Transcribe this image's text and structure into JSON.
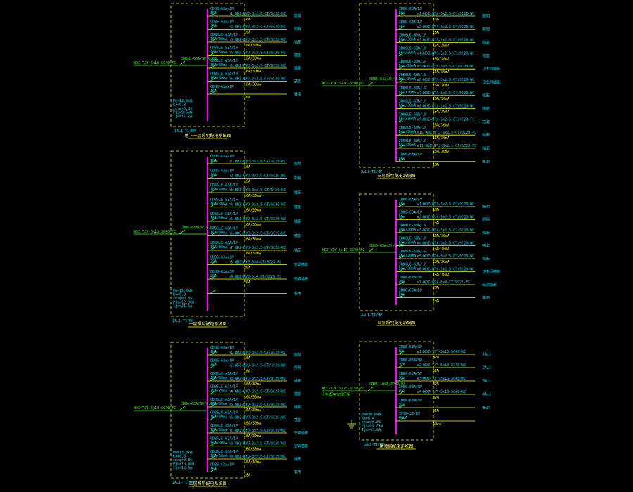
{
  "panels": [
    {
      "title": "地下一层照明配电系统图",
      "panel_id": "-1AL1-TI/MP",
      "feeder": "WDZ-YJY-5x10-SC40-FC",
      "main_breaker": "CDB6L-63A/3P/0.03",
      "params": [
        "Pe=12.0kW",
        "Kx=0.8",
        "cosφ=0.85",
        "Pjs=9.6kW",
        "Ijs=17.2A"
      ],
      "circuits": [
        {
          "b": "CDB6-63A/1P",
          "r": "16A",
          "c": "n1-WDZ-BYJ-3x2.5-CT/SC20-WC",
          "l": "照明"
        },
        {
          "b": "CDB6-63A/1P",
          "r": "16A",
          "c": "n2-WDZ-BYJ-3x2.5-CT/SC20-WC",
          "l": "照明"
        },
        {
          "b": "CDB6LE-63A/1P",
          "r": "16A/30mA",
          "c": "n3-WDZ-BYJ-3x2.5-CT/SC20-WC",
          "l": "插座"
        },
        {
          "b": "CDB6LE-63A/1P",
          "r": "16A/30mA",
          "c": "n4-WDZ-BYJ-3x2.5-CT/SC20-WC",
          "l": "插座"
        },
        {
          "b": "CDB6LE-63A/1P",
          "r": "16A/30mA",
          "c": "n5-WDZ-BYJ-3x2.5-CT/SC20-WC",
          "l": "插座"
        },
        {
          "b": "CDB6LE-63A/1P",
          "r": "16A/30mA",
          "c": "n6-WDZ-BYJ-3x2.5-CT/SC20-WC",
          "l": "插座"
        },
        {
          "b": "CDB6-63A/1P",
          "r": "16A",
          "c": "",
          "l": "备用"
        }
      ]
    },
    {
      "title": "一层照明配电系统图",
      "panel_id": "1AL1-TI/MP",
      "feeder": "WDZ-YJY-5x10-SC40-FC",
      "main_breaker": "CDB6-63A/3P/0.03",
      "params": [
        "Pe=15.0kW",
        "Kx=0.8",
        "cosφ=0.85",
        "Pjs=12.0kW",
        "Ijs=21.5A"
      ],
      "circuits": [
        {
          "b": "CDB6-63A/1P",
          "r": "16A",
          "c": "n1-WDZ-BYJ-3x2.5-CT/SC20-WC",
          "l": "照明"
        },
        {
          "b": "CDB6-63A/1P",
          "r": "16A",
          "c": "n2-WDZ-BYJ-3x2.5-CT/SC20-WC",
          "l": "照明"
        },
        {
          "b": "CDB6LE-63A/1P",
          "r": "16A/30mA",
          "c": "n3-WDZ-BYJ-3x2.5-CT/SC20-WC",
          "l": "插座"
        },
        {
          "b": "CDB6LE-63A/1P",
          "r": "16A/30mA",
          "c": "n4-WDZ-BYJ-3x2.5-CT/SC20-WC",
          "l": "插座"
        },
        {
          "b": "CDB6LE-63A/1P",
          "r": "16A/30mA",
          "c": "n5-WDZ-BYJ-3x2.5-CT/SC20-WC",
          "l": "插座"
        },
        {
          "b": "CDB6LE-63A/1P",
          "r": "16A/30mA",
          "c": "n6-WDZ-BYJ-3x2.5-CT/SC20-WC",
          "l": "插座"
        },
        {
          "b": "CDB6LE-63A/1P",
          "r": "16A/30mA",
          "c": "n7-WDZ-BYJ-3x2.5-CT/SC20-WC",
          "l": "插座"
        },
        {
          "b": "CDB6-63A/3P",
          "r": "20A",
          "c": "n8-WDZ-BYJ-5x4-CT/SC25-FC",
          "l": "空调插座"
        },
        {
          "b": "CDB6-63A/3P",
          "r": "20A",
          "c": "n9-WDZ-BYJ-5x4-CT/SC25-FC",
          "l": "空调插座"
        },
        {
          "b": "",
          "r": "",
          "c": "",
          "l": "备用"
        }
      ]
    },
    {
      "title": "二层照明配电系统图",
      "panel_id": "2AL1-TI/MP",
      "feeder": "WDZ-YJY-5x10-SC40-FC",
      "main_breaker": "CDB6-63A/3P/0.03",
      "params": [
        "Pe=13.0kW",
        "Kx=0.8",
        "cosφ=0.85",
        "Pjs=10.4kW",
        "Ijs=18.6A"
      ],
      "circuits": [
        {
          "b": "CDB6-63A/1P",
          "r": "16A",
          "c": "n1-WDZ-BYJ-3x2.5-CT/SC20-WC",
          "l": "照明"
        },
        {
          "b": "CDB6-63A/1P",
          "r": "16A",
          "c": "n2-WDZ-BYJ-3x2.5-CT/SC20-WC",
          "l": "照明"
        },
        {
          "b": "CDB6LE-63A/1P",
          "r": "16A/30mA",
          "c": "n3-WDZ-BYJ-3x2.5-CT/SC20-WC",
          "l": "插座"
        },
        {
          "b": "CDB6LE-63A/1P",
          "r": "16A/30mA",
          "c": "n4-WDZ-BYJ-3x2.5-CT/SC20-WC",
          "l": "插座"
        },
        {
          "b": "CDB6LE-63A/1P",
          "r": "16A/30mA",
          "c": "n5-WDZ-BYJ-3x2.5-CT/SC20-WC",
          "l": "插座"
        },
        {
          "b": "CDB6LE-63A/1P",
          "r": "16A/30mA",
          "c": "n6-WDZ-BYJ-3x2.5-CT/SC20-WC",
          "l": "插座"
        },
        {
          "b": "CDB6LE-63A/1P",
          "r": "16A/30mA",
          "c": "n7-WDZ-BYJ-3x2.5-CT/SC20-WC",
          "l": "空调插座"
        },
        {
          "b": "CDB6LE-63A/1P",
          "r": "16A/30mA",
          "c": "n8-WDZ-BYJ-3x2.5-CT/SC20-WC",
          "l": "空调插座"
        },
        {
          "b": "CDB6LE-63A/1P",
          "r": "16A/30mA",
          "c": "n9-WDZ-BYJ-3x2.5-CT/SC20-WC",
          "l": "插座"
        },
        {
          "b": "CDB6-63A/1P",
          "r": "16A",
          "c": "",
          "l": "备用"
        }
      ]
    },
    {
      "title": "三层照明配电系统图",
      "panel_id": "3AL1-TI/MP",
      "feeder": "WDZ-YJY-5x10-SC40-FC",
      "main_breaker": "CDB6-63A/3P/0.03",
      "params": [],
      "circuits": [
        {
          "b": "CDB6-63A/1P",
          "r": "16A",
          "c": "n1-WDZ-BYJ-3x2.5-CT/SC20-WC",
          "l": "照明"
        },
        {
          "b": "CDB6-63A/1P",
          "r": "16A",
          "c": "n2-WDZ-BYJ-3x2.5-CT/SC20-WC",
          "l": "照明"
        },
        {
          "b": "CDB6LE-63A/1P",
          "r": "16A/30mA",
          "c": "n3-WDZ-BYJ-3x2.5-CT/SC20-WC",
          "l": "插座"
        },
        {
          "b": "CDB6LE-63A/1P",
          "r": "16A/30mA",
          "c": "n4-WDZ-BYJ-3x2.5-CT/SC20-WC",
          "l": "插座"
        },
        {
          "b": "CDB6LE-63A/1P",
          "r": "16A/30mA",
          "c": "n5-WDZ-BYJ-3x2.5-CT/SC20-WC",
          "l": "卫生间插座"
        },
        {
          "b": "CDB6LE-63A/1P",
          "r": "16A/30mA",
          "c": "n6-WDZ-BYJ-3x2.5-CT/SC20-WC",
          "l": "卫生间插座"
        },
        {
          "b": "CDB6LE-63A/1P",
          "r": "16A/30mA",
          "c": "n7-WDZ-BYJ-3x2.5-CT/SC20-WC",
          "l": "插座"
        },
        {
          "b": "CDB6LE-63A/1P",
          "r": "16A/30mA",
          "c": "n8-WDZ-BYJ-3x2.5-CT/SC20-WC",
          "l": "插座"
        },
        {
          "b": "CDB6LE-63A/1P",
          "r": "16A/30mA",
          "c": "n9-WDZ-BYJ-3x2.5-CT/SC20-FC",
          "l": "插座"
        },
        {
          "b": "CDB6LE-63A/1P",
          "r": "16A/30mA",
          "c": "n10-WDZ-BYJ-3x2.5-CT/SC20-FC",
          "l": "插座"
        },
        {
          "b": "CDB6LE-63A/1P",
          "r": "16A/30mA",
          "c": "n11-WDZ-BYJ-3x2.5-CT/SC20-FC",
          "l": "插座"
        },
        {
          "b": "CDB6-63A/1P",
          "r": "16A",
          "c": "",
          "l": "备用"
        }
      ]
    },
    {
      "title": "四层照明配电系统图",
      "panel_id": "4AL1-TI/MP",
      "feeder": "WDZ-YJY-5x10-SC40-FC",
      "main_breaker": "CDB6-63A/3P/0.03",
      "params": [],
      "circuits": [
        {
          "b": "CDB6-63A/1P",
          "r": "16A",
          "c": "n1-WDZ-BYJ-3x2.5-CT/SC20-WC",
          "l": "照明"
        },
        {
          "b": "CDB6-63A/1P",
          "r": "16A",
          "c": "n2-WDZ-BYJ-3x2.5-CT/SC20-WC",
          "l": "照明"
        },
        {
          "b": "CDB6LE-63A/1P",
          "r": "16A/30mA",
          "c": "n3-WDZ-BYJ-3x2.5-CT/SC20-WC",
          "l": "插座"
        },
        {
          "b": "CDB6LE-63A/1P",
          "r": "16A/30mA",
          "c": "n4-WDZ-BYJ-3x2.5-CT/SC20-WC",
          "l": "插座"
        },
        {
          "b": "CDB6LE-63A/1P",
          "r": "16A/30mA",
          "c": "n5-WDZ-BYJ-3x2.5-CT/SC20-WC",
          "l": "插座"
        },
        {
          "b": "CDB6LE-63A/1P",
          "r": "16A/30mA",
          "c": "n6-WDZ-BYJ-3x2.5-CT/SC20-WC",
          "l": "卫生间插座"
        },
        {
          "b": "CDB6-63A/3P",
          "r": "20A",
          "c": "n7-WDZ-BYJ-5x4-CT/SC25-FC",
          "l": "空调插座"
        },
        {
          "b": "CDB6-63A/1P",
          "r": "16A",
          "c": "",
          "l": "备用"
        }
      ]
    },
    {
      "title": "屋顶层配电系统图",
      "panel_id": "-1AL2-TI/MP",
      "feeder": "WDZ-YJY-5x25-SC50-FC",
      "feeder_note": "引自配电室低压柜",
      "main_breaker": "CDB6-100A/3P/0.03",
      "params": [
        "Pe=30.0kW",
        "Kx=0.8",
        "cosφ=0.85",
        "Pjs=24.0kW",
        "Ijs=43.0A"
      ],
      "circuits": [
        {
          "b": "CDB6-63A/3P",
          "r": "32A",
          "c": "n1-WDZ-YJY-5x10-SC40-WC",
          "l": "1AL1"
        },
        {
          "b": "CDB6-63A/3P",
          "r": "32A",
          "c": "n2-WDZ-YJY-5x10-SC40-WC",
          "l": "2AL1"
        },
        {
          "b": "CDB6-63A/3P",
          "r": "32A",
          "c": "n3-WDZ-YJY-5x10-SC40-WC",
          "l": "3AL1"
        },
        {
          "b": "CDB6-63A/3P",
          "r": "32A",
          "c": "n4-WDZ-YJY-5x10-SC40-WC",
          "l": "4AL1"
        },
        {
          "b": "CDB6-63A/3P",
          "r": "32A",
          "c": "",
          "l": "备用"
        },
        {
          "b": "CPS6-32/1P",
          "r": "40kA",
          "c": "",
          "l": ""
        }
      ]
    }
  ]
}
